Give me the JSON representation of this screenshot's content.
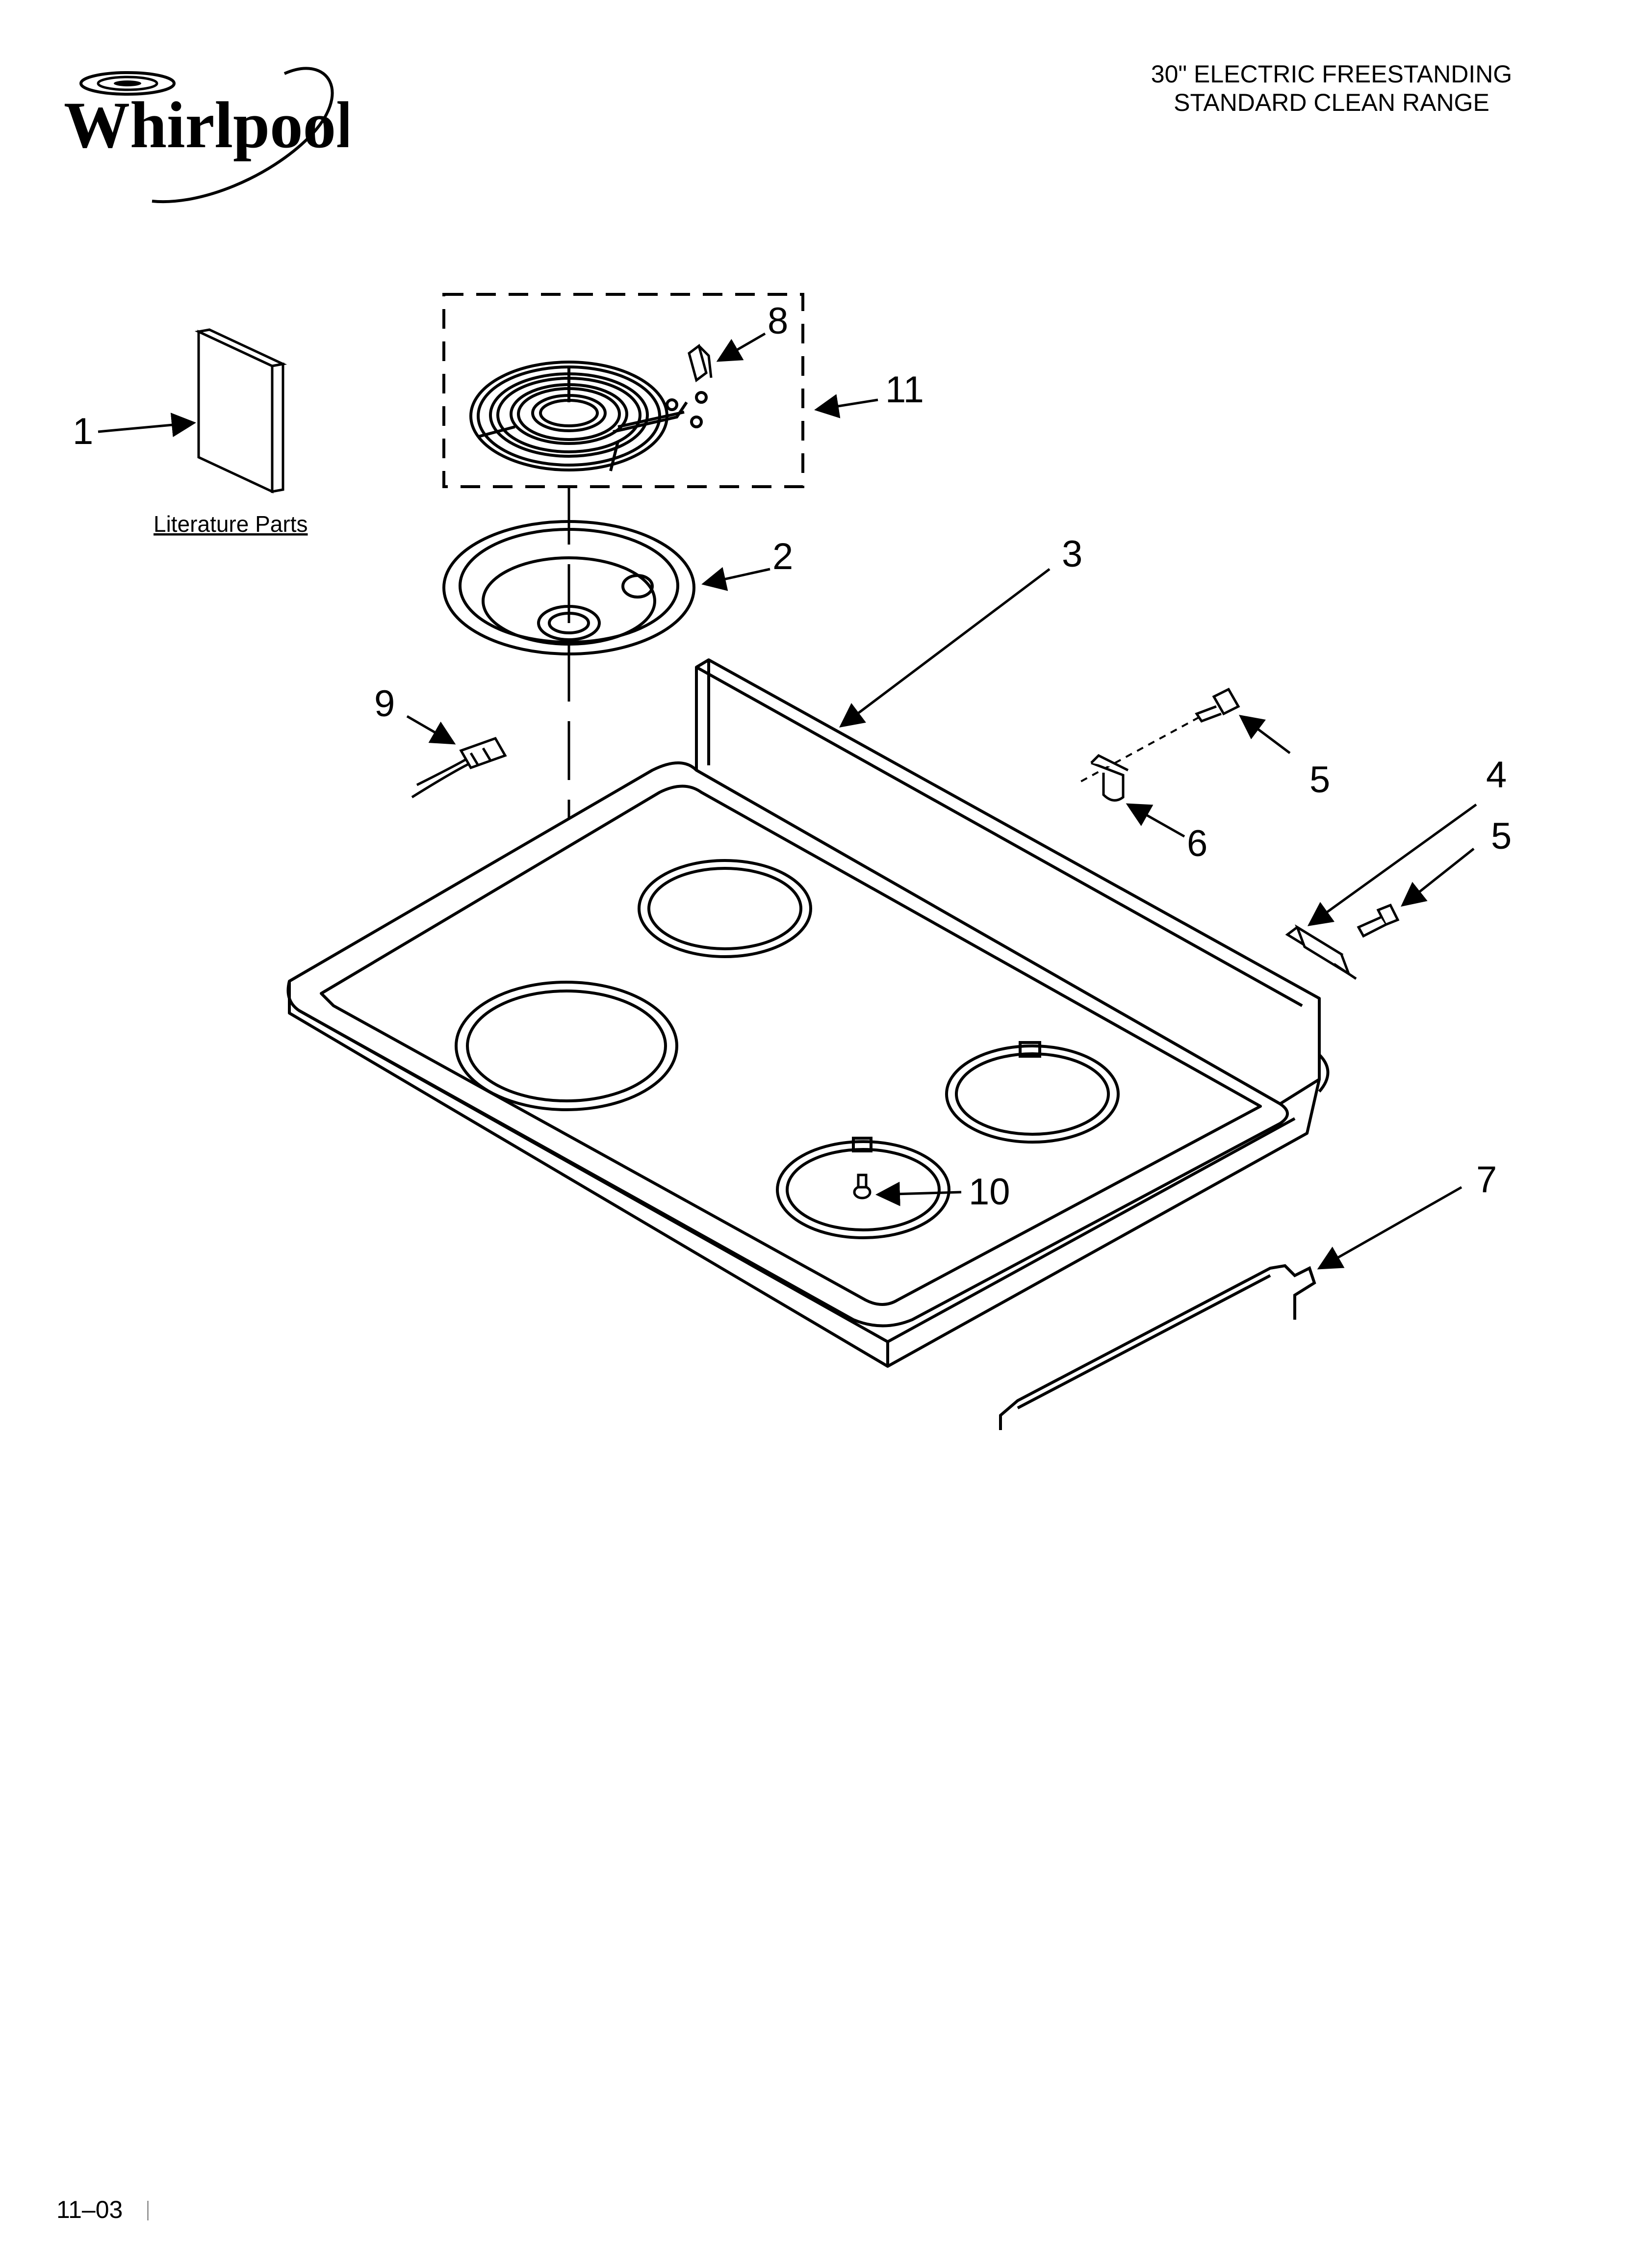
{
  "header": {
    "brand_logo": "Whirlpool",
    "title_line1": "30\" ELECTRIC FREESTANDING",
    "title_line2": "STANDARD CLEAN RANGE"
  },
  "diagram": {
    "literature_label": "Literature Parts",
    "callouts": {
      "c1": "1",
      "c2": "2",
      "c3": "3",
      "c4": "4",
      "c5a": "5",
      "c5b": "5",
      "c6": "6",
      "c7": "7",
      "c8": "8",
      "c9": "9",
      "c10": "10",
      "c11": "11"
    }
  },
  "footer": {
    "date_code": "11–03"
  }
}
